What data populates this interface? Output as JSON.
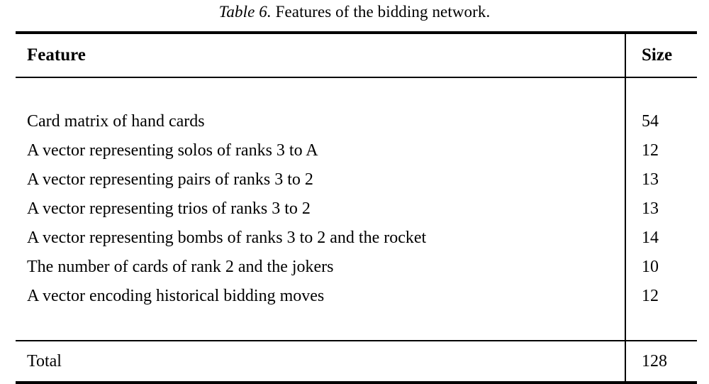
{
  "caption": {
    "label": "Table 6.",
    "text": " Features of the bidding network."
  },
  "table": {
    "columns": [
      {
        "key": "feature",
        "header": "Feature",
        "align": "left"
      },
      {
        "key": "size",
        "header": "Size",
        "align": "left"
      }
    ],
    "rows": [
      {
        "feature": "Card matrix of hand cards",
        "size": "54"
      },
      {
        "feature": "A vector representing solos of ranks 3 to A",
        "size": "12"
      },
      {
        "feature": "A vector representing pairs of ranks 3 to 2",
        "size": "13"
      },
      {
        "feature": "A vector representing trios of ranks 3 to 2",
        "size": "13"
      },
      {
        "feature": "A vector representing bombs of ranks 3 to 2 and the rocket",
        "size": "14"
      },
      {
        "feature": "The number of cards of rank 2 and the jokers",
        "size": "10"
      },
      {
        "feature": "A vector encoding historical bidding moves",
        "size": "12"
      }
    ],
    "total": {
      "feature": "Total",
      "size": "128"
    }
  },
  "style": {
    "text_color": "#000000",
    "background": "#ffffff",
    "rule_color": "#000000"
  }
}
